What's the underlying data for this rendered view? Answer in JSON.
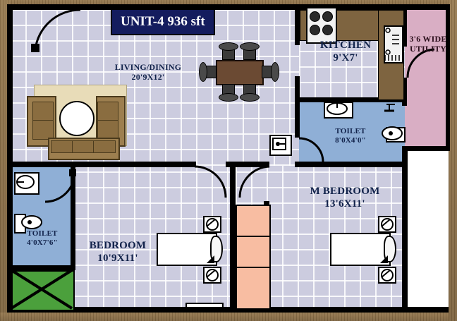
{
  "plan": {
    "unit_badge": {
      "line1": "UNIT-4",
      "line2": "936 sft"
    },
    "rooms": [
      {
        "key": "living",
        "name": "LIVING/DINING",
        "dims": "20'9X12'"
      },
      {
        "key": "kitchen",
        "name": "KITCHEN",
        "dims": "9'X7'"
      },
      {
        "key": "utility",
        "name": "3'6 WIDE",
        "dims": "UTILITY"
      },
      {
        "key": "toilet_m",
        "name": "TOILET",
        "dims": "8'0X4'0\""
      },
      {
        "key": "toilet_s",
        "name": "TOILET",
        "dims": "4'0X7'6\""
      },
      {
        "key": "bedroom",
        "name": "BEDROOM",
        "dims": "10'9X11'"
      },
      {
        "key": "m_bedroom",
        "name": "M BEDROOM",
        "dims": "13'6X11'"
      }
    ],
    "colors": {
      "floor_tile": "#ccccdf",
      "toilet_floor": "#8fafd6",
      "utility_floor": "#d9aec4",
      "wall": "#000000",
      "badge_bg": "#141c5e",
      "badge_text": "#ffffff",
      "label_text": "#11224a",
      "wood": "#8a6f4a",
      "counter": "#7e6440",
      "wardrobe": "#f8bda2",
      "balcony": "#4ba03c",
      "rug": "#e8dcb8",
      "sofa": "#9d7f4f",
      "dining_table": "#6b4a33"
    }
  }
}
